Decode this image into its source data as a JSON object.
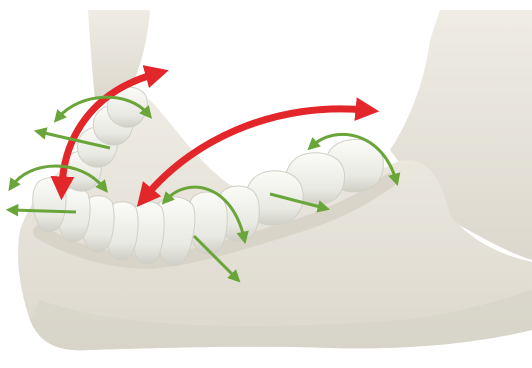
{
  "figure": {
    "subject": "mandible-with-teeth",
    "colors": {
      "background": "#ffffff",
      "bone": "#e6e3da",
      "bone_shadow": "#cfcbbe",
      "tooth": "#f4f4ef",
      "tooth_shadow": "#c9c9bf",
      "gum": "#d9d5c8",
      "red_arrow": "#e3262a",
      "green_arrow": "#6aa53a"
    },
    "red_arrows": [
      {
        "name": "anterior-arch-span"
      },
      {
        "name": "posterior-arch-span"
      }
    ],
    "green_arrows": [
      {
        "name": "left-canine-rotation",
        "style": "curved"
      },
      {
        "name": "left-lateral-outward",
        "style": "straight"
      },
      {
        "name": "left-incisor-rotation",
        "style": "curved"
      },
      {
        "name": "left-incisor-outward",
        "style": "straight"
      },
      {
        "name": "premolar-rotation",
        "style": "curved"
      },
      {
        "name": "premolar-outward",
        "style": "straight"
      },
      {
        "name": "molar-outward",
        "style": "straight"
      },
      {
        "name": "molar-rotation",
        "style": "curved"
      }
    ]
  }
}
